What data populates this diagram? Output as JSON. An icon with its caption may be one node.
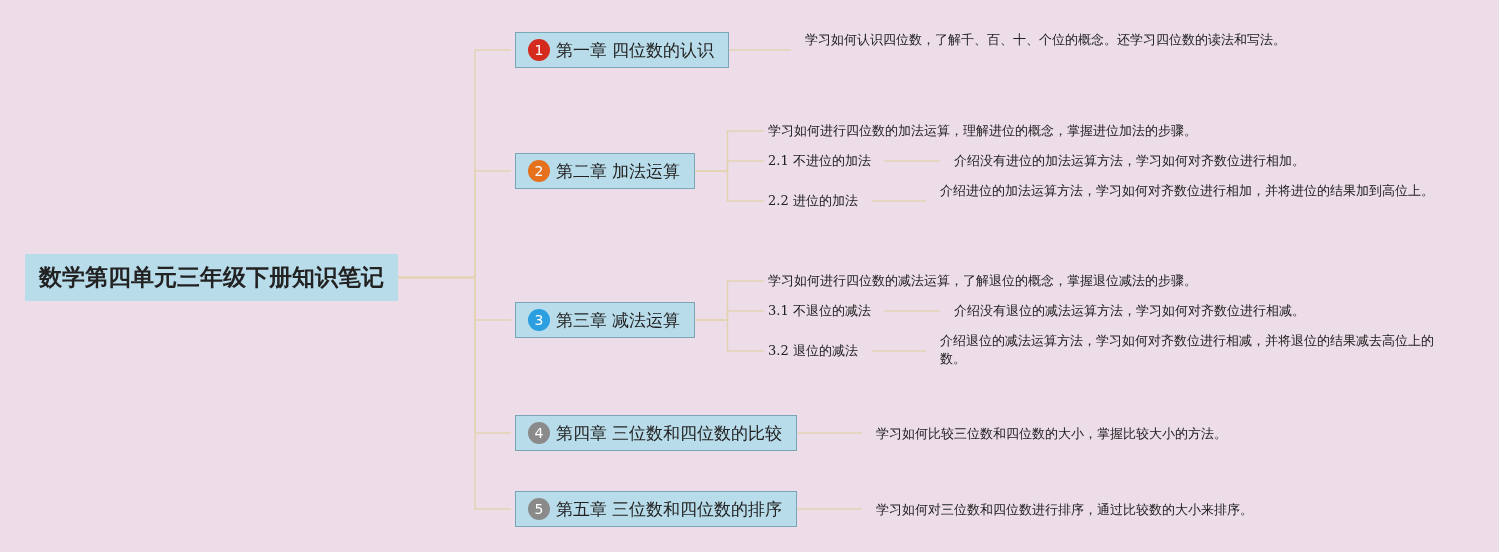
{
  "diagram": {
    "nodes": [
      {
        "text": [
          "数学第四单元三年级下册知识笔记"
        ]
      },
      {
        "text": [
          "1",
          "第一章 四位数的认识"
        ]
      },
      {
        "text": [
          "学习如何认识四位数，了解千、百、十、个位的概念。还学习四位数的读法和写法。"
        ]
      },
      {
        "text": [
          "2",
          "第二章 加法运算"
        ]
      },
      {
        "text": [
          "学习如何进行四位数的加法运算，理解进位的概念，掌握进位加法的步骤。"
        ]
      },
      {
        "text": [
          "2.1 不进位的加法"
        ]
      },
      {
        "text": [
          "介绍没有进位的加法运算方法，学习如何对齐数位进行相加。"
        ]
      },
      {
        "text": [
          "2.2 进位的加法"
        ]
      },
      {
        "text": [
          "介绍进位的加法运算方法，学习如何对齐数位进行相加，并将进位的结果加到高位上。"
        ]
      },
      {
        "text": [
          "3",
          "第三章 减法运算"
        ]
      },
      {
        "text": [
          "学习如何进行四位数的减法运算，了解退位的概念，掌握退位减法的步骤。"
        ]
      },
      {
        "text": [
          "3.1 不退位的减法"
        ]
      },
      {
        "text": [
          "介绍没有退位的减法运算方法，学习如何对齐数位进行相减。"
        ]
      },
      {
        "text": [
          "3.2 退位的减法"
        ]
      },
      {
        "text": [
          "介绍退位的减法运算方法，学习如何对齐数位进行相减，并将退位的结果减去高位上的数。"
        ]
      },
      {
        "text": [
          "4",
          "第四章 三位数和四位数的比较"
        ]
      },
      {
        "text": [
          "学习如何比较三位数和四位数的大小，掌握比较大小的方法。"
        ]
      },
      {
        "text": [
          "5",
          "第五章 三位数和四位数的排序"
        ]
      },
      {
        "text": [
          "学习如何对三位数和四位数进行排序，通过比较数的大小来排序。"
        ]
      }
    ],
    "edges": [
      {
        "from": 0,
        "to": 1,
        "arrow": "none"
      },
      {
        "from": 0,
        "to": 3,
        "arrow": "none"
      },
      {
        "from": 0,
        "to": 9,
        "arrow": "none"
      },
      {
        "from": 0,
        "to": 15,
        "arrow": "none"
      },
      {
        "from": 0,
        "to": 17,
        "arrow": "none"
      },
      {
        "from": 1,
        "to": 2,
        "arrow": "none"
      },
      {
        "from": 3,
        "to": 4,
        "arrow": "none"
      },
      {
        "from": 3,
        "to": 5,
        "arrow": "none"
      },
      {
        "from": 3,
        "to": 7,
        "arrow": "none"
      },
      {
        "from": 5,
        "to": 6,
        "arrow": "none"
      },
      {
        "from": 7,
        "to": 8,
        "arrow": "none"
      },
      {
        "from": 9,
        "to": 10,
        "arrow": "none"
      },
      {
        "from": 9,
        "to": 11,
        "arrow": "none"
      },
      {
        "from": 9,
        "to": 13,
        "arrow": "none"
      },
      {
        "from": 11,
        "to": 12,
        "arrow": "none"
      },
      {
        "from": 13,
        "to": 14,
        "arrow": "none"
      },
      {
        "from": 15,
        "to": 16,
        "arrow": "none"
      },
      {
        "from": 17,
        "to": 18,
        "arrow": "none"
      }
    ]
  }
}
